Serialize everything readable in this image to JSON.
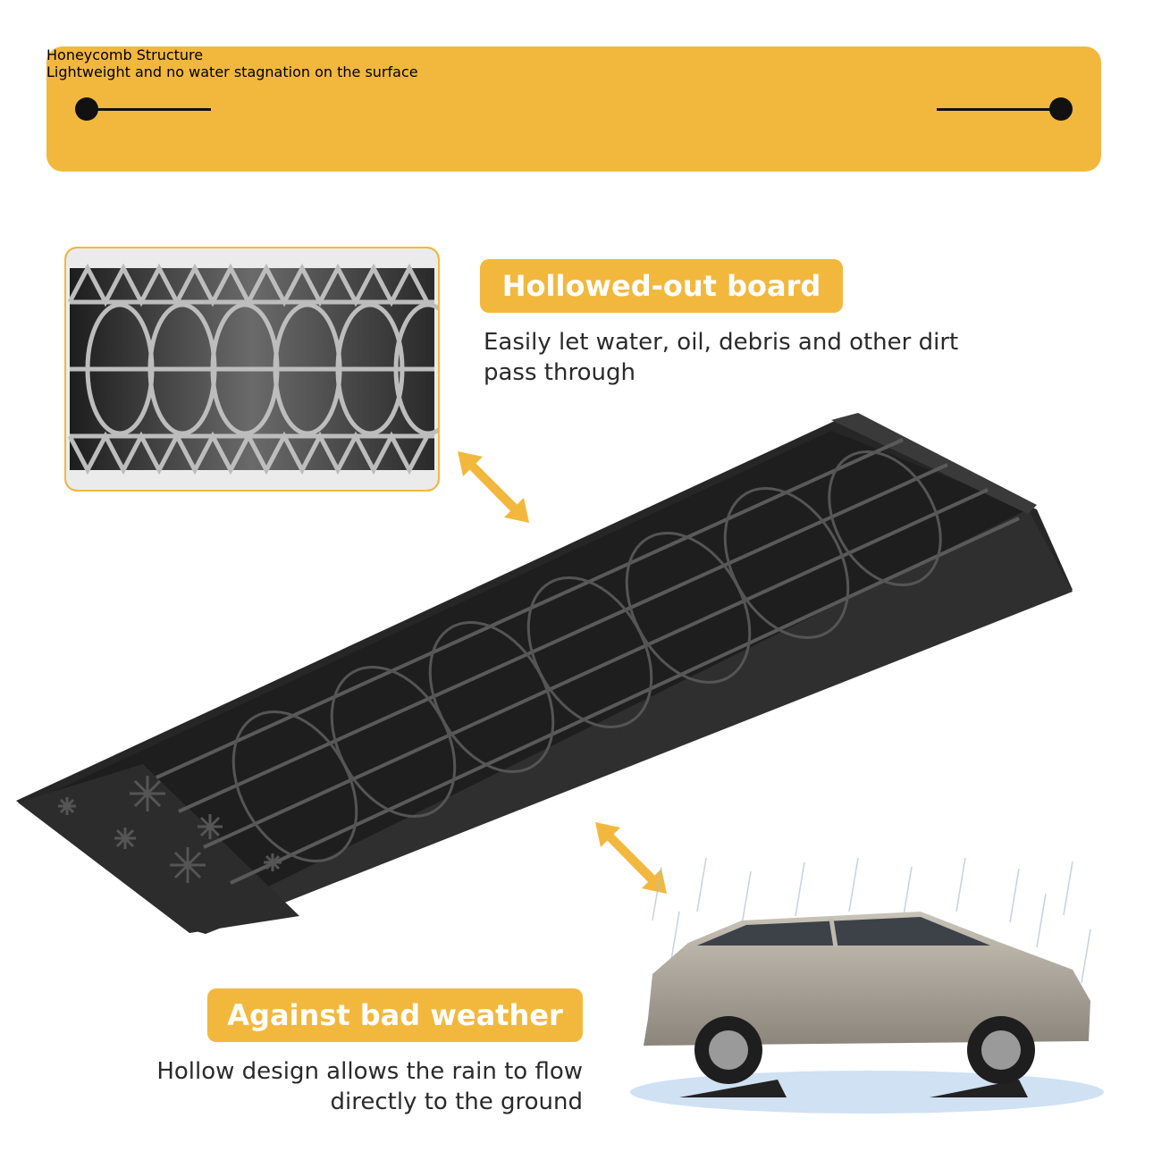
{
  "banner": {
    "title": "Honeycomb Structure",
    "subtitle": "Lightweight and no water stagnation on the surface"
  },
  "feature_hollow": {
    "label": "Hollowed-out board",
    "description": "Easily let water, oil, debris and other dirt pass through"
  },
  "feature_weather": {
    "label": "Against bad weather",
    "description": "Hollow design allows the rain to flow directly to the ground"
  },
  "colors": {
    "accent": "#f2b83d",
    "ramp": "#2b2b2b",
    "text": "#2a2a2a"
  },
  "icons": [
    "double-arrow-icon",
    "double-arrow-icon"
  ]
}
